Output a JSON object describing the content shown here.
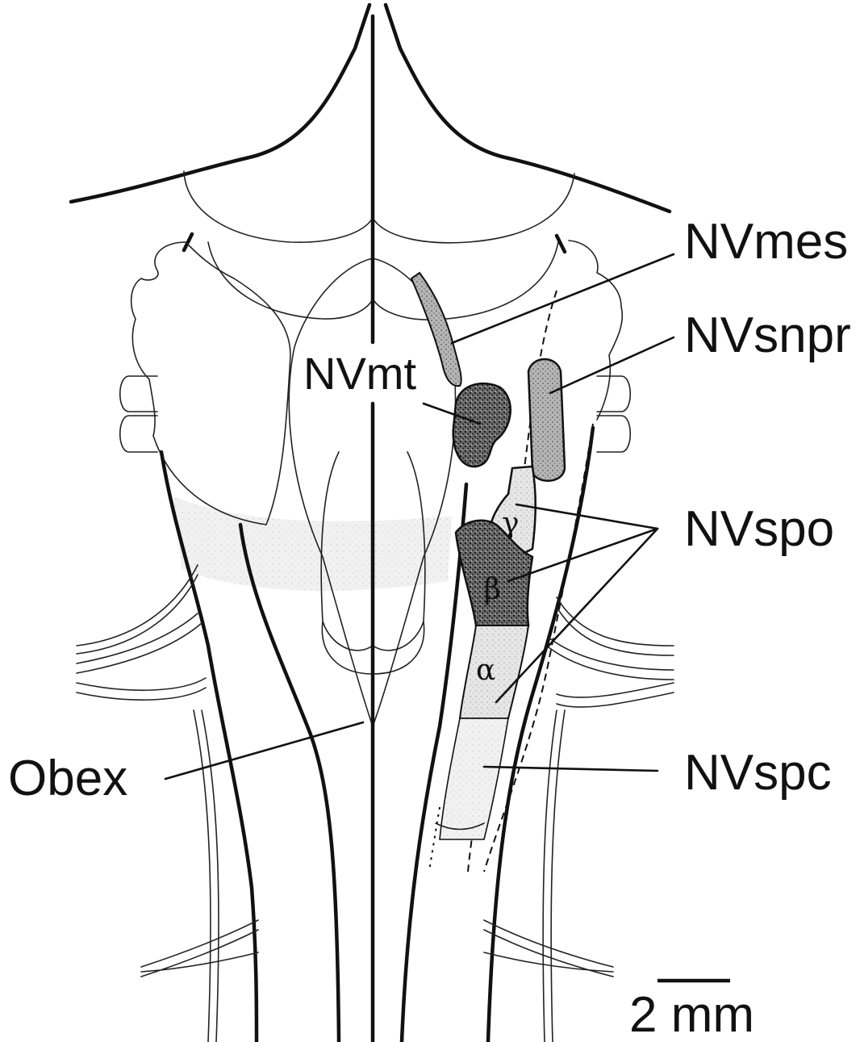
{
  "labels": {
    "nvmes": "NVmes",
    "nvsnpr": "NVsnpr",
    "nvmt": "NVmt",
    "nvspo": "NVspo",
    "nvspc": "NVspc",
    "obex": "Obex",
    "gamma": "γ",
    "beta": "β",
    "alpha": "α"
  },
  "scale_bar": {
    "label": "2 mm"
  },
  "colors": {
    "line": "#111111",
    "stipple_dark": "#3a3a3a",
    "stipple_light": "#bdbdbd"
  }
}
